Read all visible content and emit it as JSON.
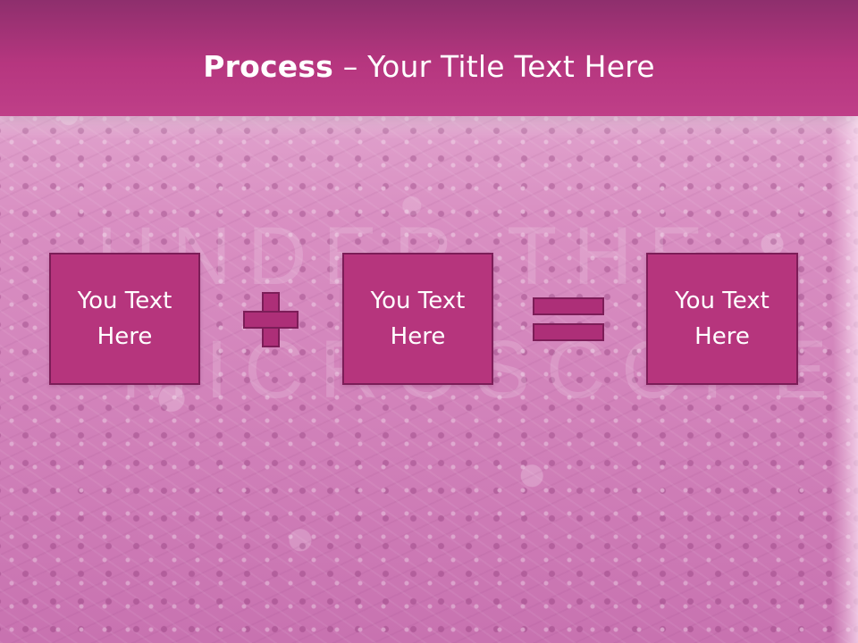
{
  "slide": {
    "title": {
      "strong": "Process",
      "rest": " – Your Title Text Here"
    },
    "background_words": [
      "UNDER THE",
      "MICROSCOPE"
    ],
    "steps": [
      {
        "label": "You Text\nHere"
      },
      {
        "label": "You Text\nHere"
      },
      {
        "label": "You Text\nHere"
      }
    ],
    "icons": {
      "operator_1": "plus-icon",
      "operator_2": "equals-icon"
    },
    "colors": {
      "header": "#b6367f",
      "box": "#b6357d",
      "border": "#7c1d58",
      "text": "#ffffff"
    }
  }
}
